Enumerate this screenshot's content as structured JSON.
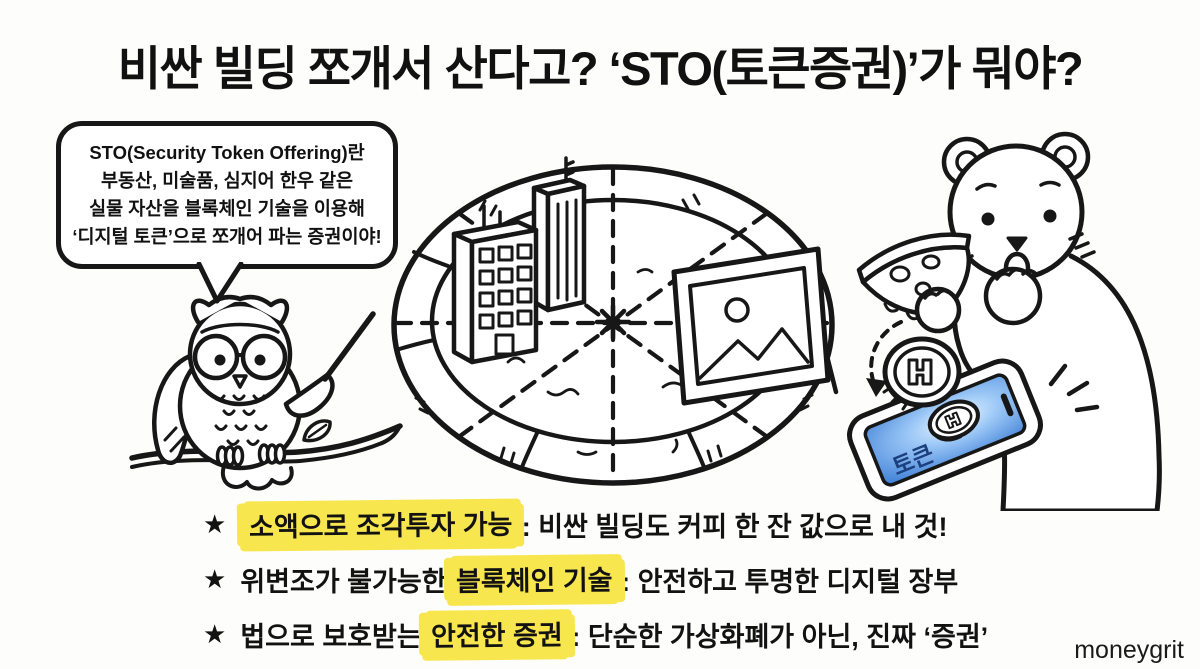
{
  "title": "비싼 빌딩 쪼개서 산다고? ‘STO(토큰증권)’가 뭐야?",
  "speech_bubble": {
    "line1": "STO(Security Token Offering)란",
    "line2": "부동산, 미술품, 심지어 한우 같은",
    "line3": "실물 자산을 블록체인 기술을 이용해",
    "line4": "‘디지털 토큰’으로 쪼개어 파는 증권이야!"
  },
  "phone": {
    "screen_label": "토큰"
  },
  "bullets": [
    {
      "star": "★",
      "pre": "",
      "highlight": "소액으로 조각투자 가능",
      "rest": ": 비싼 빌딩도 커피 한 잔 값으로 내 것!"
    },
    {
      "star": "★",
      "pre": "위변조가 불가능한 ",
      "highlight": "블록체인 기술",
      "rest": ": 안전하고 투명한 디지털 장부"
    },
    {
      "star": "★",
      "pre": "법으로 보호받는 ",
      "highlight": "안전한 증권",
      "rest": ": 단순한 가상화폐가 아닌, 진짜 ‘증권’"
    }
  ],
  "watermark": "moneygrit",
  "colors": {
    "ink": "#171717",
    "highlight": "#f8e64e",
    "screen_blue": "#3e7fd6",
    "background": "#fdfdfb"
  },
  "icons": {
    "owl": "owl-professor-with-pointer",
    "pizza": "pizza-divided-into-shares",
    "buildings": "buildings-on-pizza",
    "artwork": "picture-frame-on-pizza",
    "bear": "bear-holding-pizza-slice",
    "coin": "security-token-coin",
    "smartphone": "smartphone-token-app",
    "arrow": "dashed-conversion-arrow"
  }
}
